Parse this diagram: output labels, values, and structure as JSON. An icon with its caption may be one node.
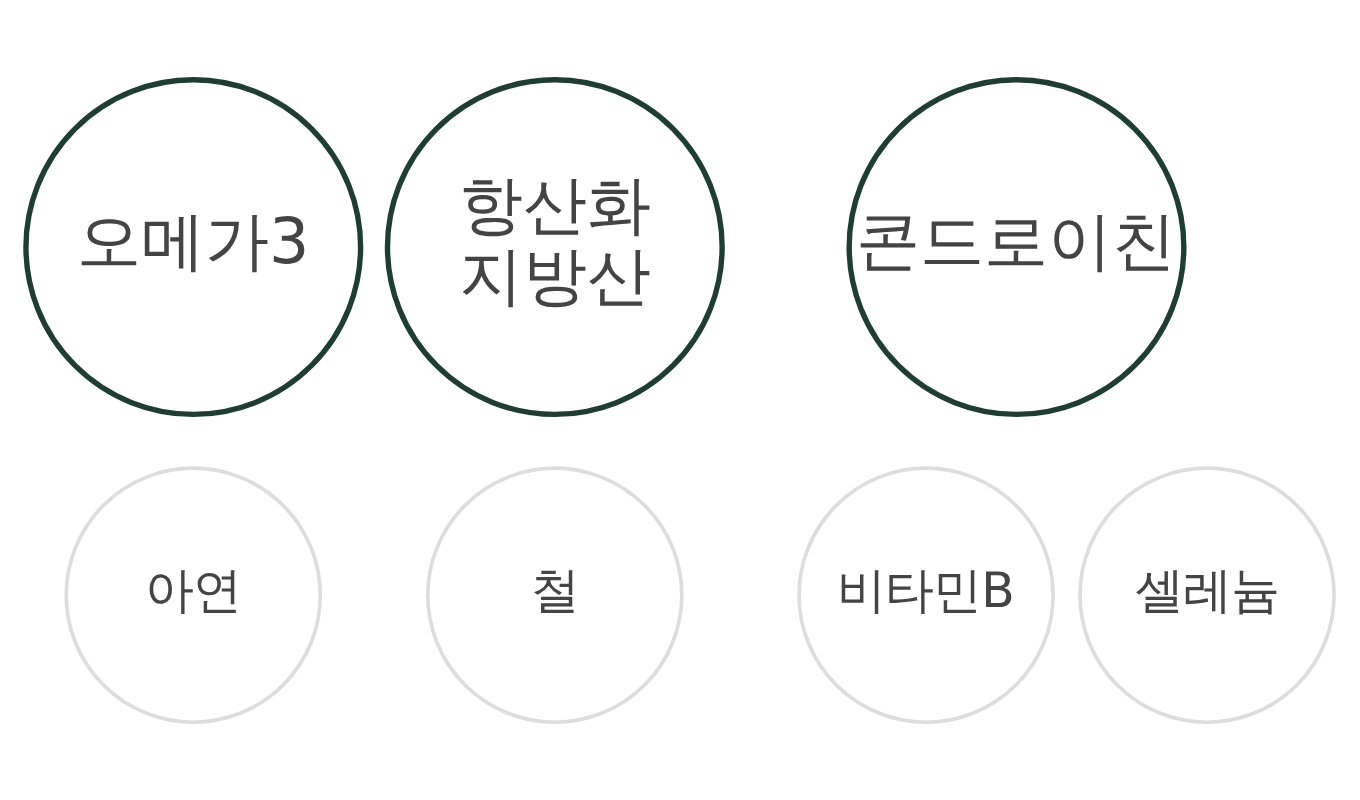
{
  "diagram": {
    "nodes": [
      {
        "text": [
          "오메가3"
        ]
      },
      {
        "text": [
          "항산화 지방산"
        ]
      },
      {
        "text": [
          "콘드로이친"
        ]
      },
      {
        "text": [
          "아연"
        ]
      },
      {
        "text": [
          "철"
        ]
      },
      {
        "text": [
          "비타민B"
        ]
      },
      {
        "text": [
          "셀레늄"
        ]
      }
    ],
    "edges": []
  }
}
